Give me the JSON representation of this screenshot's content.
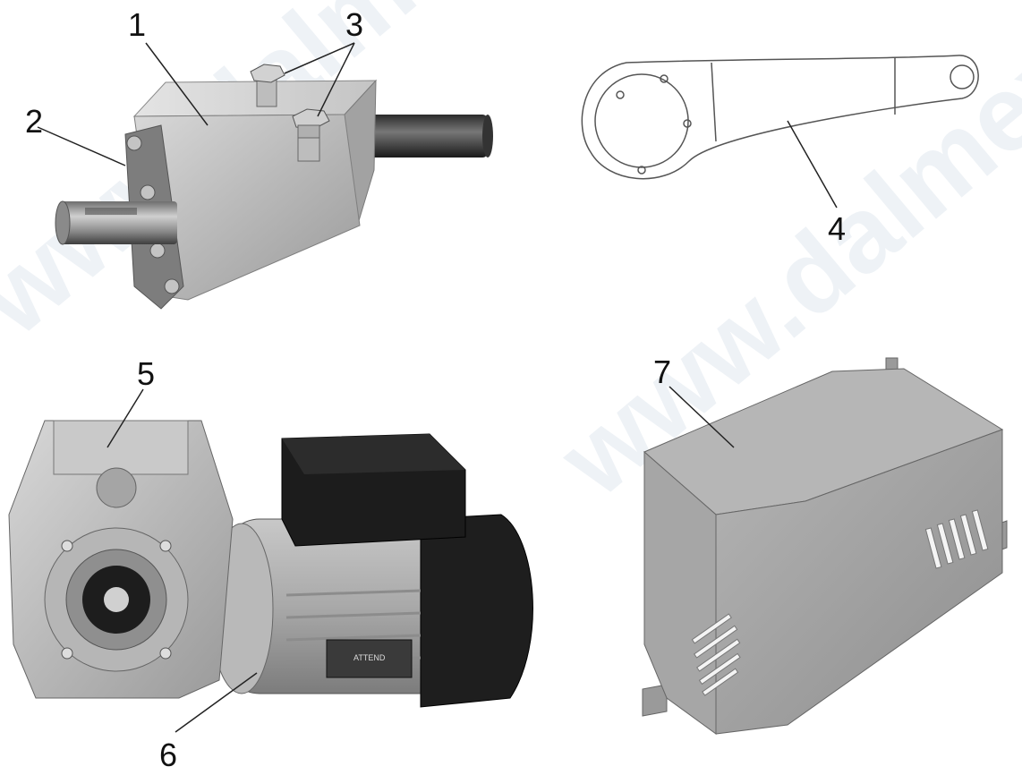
{
  "watermark": "www.dalmex.",
  "callouts": {
    "n1": "1",
    "n2": "2",
    "n3": "3",
    "n4": "4",
    "n5": "5",
    "n6": "6",
    "n7": "7"
  },
  "motor_plate_text": "ATTEND"
}
